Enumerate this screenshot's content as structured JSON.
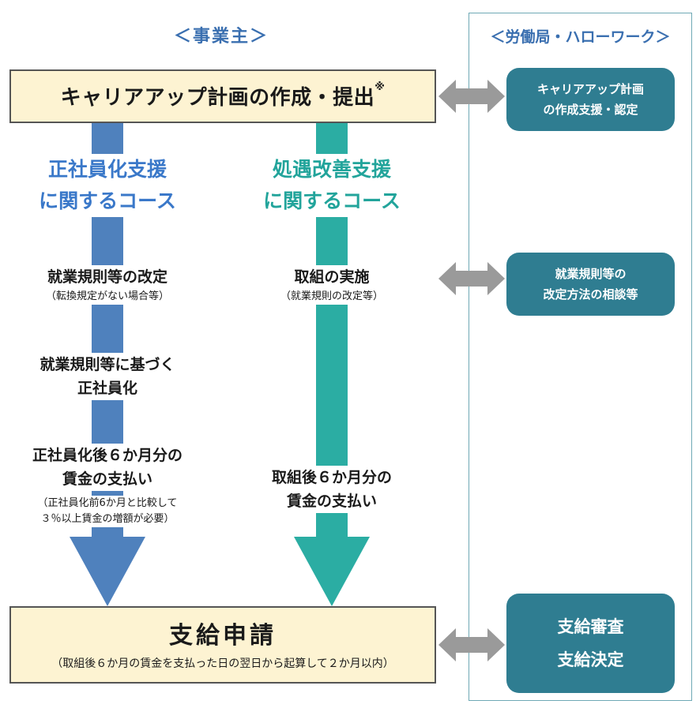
{
  "headers": {
    "employer": "＜事業主＞",
    "office": "＜労働局・ハローワーク＞"
  },
  "plan_box": {
    "title": "キャリアアップ計画の作成・提出",
    "note_mark": "※"
  },
  "courses": {
    "regular": {
      "title_line1": "正社員化支援",
      "title_line2": "に関するコース",
      "color": "#4f81bd",
      "steps": [
        {
          "line1": "就業規則等の改定",
          "note": "（転換規定がない場合等）"
        },
        {
          "line1": "就業規則等に基づく",
          "line2": "正社員化"
        },
        {
          "line1": "正社員化後６か月分の",
          "line2": "賃金の支払い",
          "note1": "（正社員化前6か月と比較して",
          "note2": "３％以上賃金の増額が必要）"
        }
      ]
    },
    "treatment": {
      "title_line1": "処遇改善支援",
      "title_line2": "に関するコース",
      "color": "#2bada3",
      "steps": [
        {
          "line1": "取組の実施",
          "note": "（就業規則の改定等）"
        },
        {
          "line1": "取組後６か月分の",
          "line2": "賃金の支払い"
        }
      ]
    }
  },
  "apply_box": {
    "title": "支給申請",
    "note": "（取組後６か月の賃金を支払った日の翌日から起算して２か月以内）"
  },
  "office_boxes": [
    {
      "line1": "キャリアアップ計画",
      "line2": "の作成支援・認定"
    },
    {
      "line1": "就業規則等の",
      "line2": "改定方法の相談等"
    },
    {
      "line1": "支給審査",
      "line2": "支給決定"
    }
  ],
  "colors": {
    "office_box": "#2f7d91",
    "exchange_arrow": "#9a9a9a",
    "yellow_box": "#fdf3d2"
  }
}
